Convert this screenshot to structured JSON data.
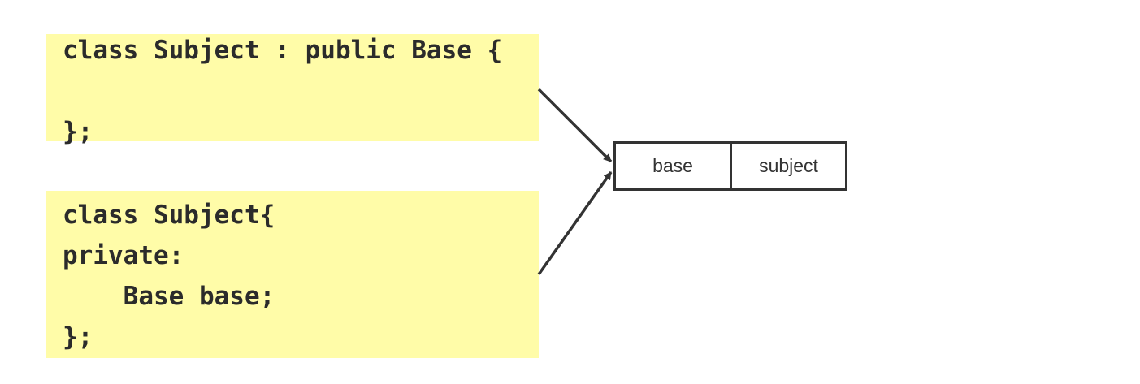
{
  "notes": [
    {
      "lines": [
        "class Subject : public Base {",
        "",
        "};"
      ]
    },
    {
      "lines": [
        "class Subject{",
        "private:",
        "    Base base;",
        "};"
      ]
    }
  ],
  "memory_layout": {
    "cells": [
      "base",
      "subject"
    ]
  },
  "colors": {
    "note_fill": "#fffca8",
    "note_fold": "#d2ce71",
    "ink": "#2b2b2b",
    "stroke": "#333333"
  }
}
